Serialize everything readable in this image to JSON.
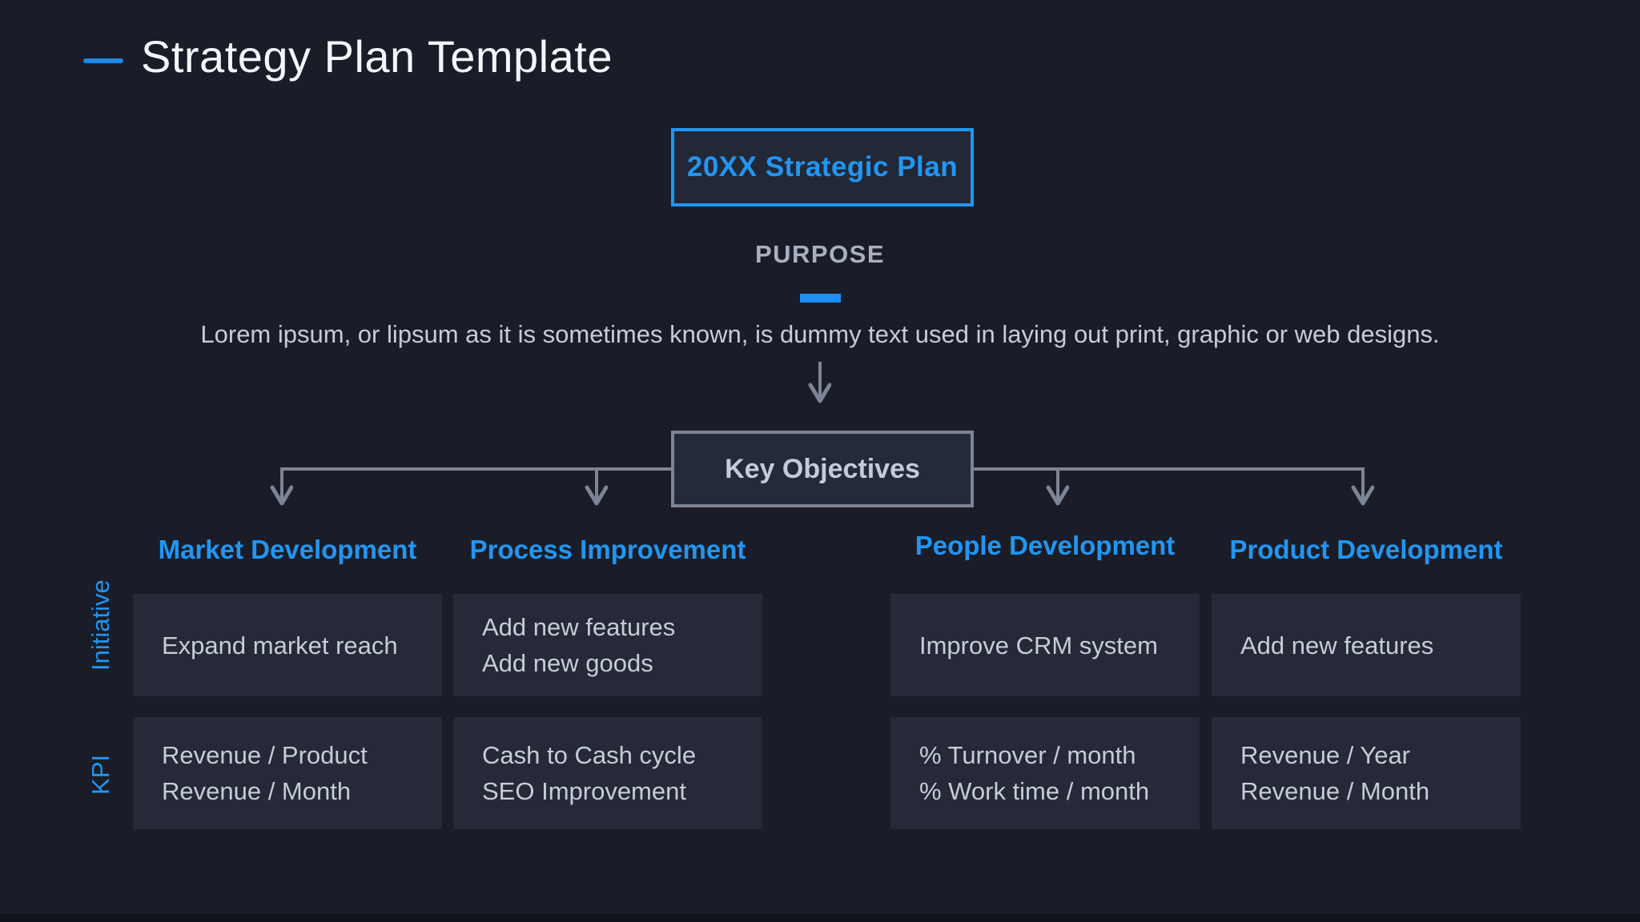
{
  "page": {
    "title": "Strategy Plan Template"
  },
  "plan_box": {
    "label": "20XX Strategic Plan"
  },
  "purpose": {
    "heading": "PURPOSE",
    "description": "Lorem ipsum, or lipsum as it is sometimes known, is dummy text used in laying out print, graphic or web designs."
  },
  "objectives_box": {
    "label": "Key Objectives"
  },
  "row_labels": {
    "initiative": "Initiative",
    "kpi": "KPI"
  },
  "columns": [
    {
      "heading": "Market Development",
      "initiative": [
        "Expand market reach"
      ],
      "kpi": [
        "Revenue / Product",
        "Revenue / Month"
      ]
    },
    {
      "heading": "Process Improvement",
      "initiative": [
        "Add new features",
        "Add new goods"
      ],
      "kpi": [
        "Cash to Cash cycle",
        "SEO Improvement"
      ]
    },
    {
      "heading": "People Development",
      "initiative": [
        "Improve CRM system"
      ],
      "kpi": [
        "% Turnover / month",
        "% Work time / month"
      ]
    },
    {
      "heading": "Product Development",
      "initiative": [
        "Add new features"
      ],
      "kpi": [
        "Revenue / Year",
        "Revenue / Month"
      ]
    }
  ],
  "colors": {
    "background": "#1a1d27",
    "card_background": "#252938",
    "accent_blue": "#2196f3",
    "underline_blue": "#1e90ff",
    "connector_gray": "#7d8495",
    "text_light": "#c6ccd8",
    "text_muted": "#a8b0c1",
    "title_white": "#f4f6fa"
  }
}
